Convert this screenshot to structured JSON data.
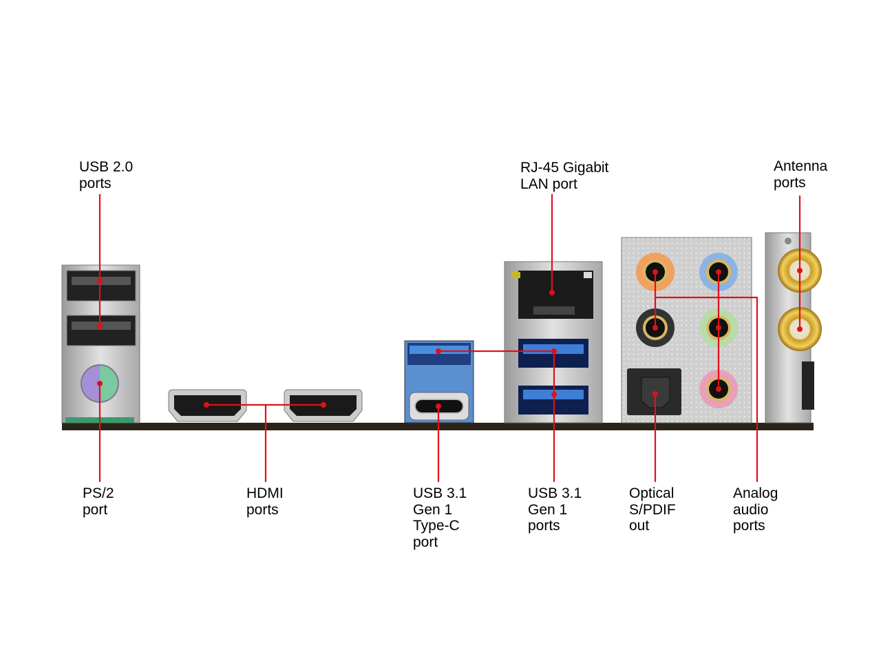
{
  "labels": {
    "usb2": [
      "USB 2.0",
      "ports"
    ],
    "rj45": [
      "RJ-45 Gigabit",
      "LAN port"
    ],
    "antenna": [
      "Antenna",
      "ports"
    ],
    "ps2": [
      "PS/2",
      "port"
    ],
    "hdmi": [
      "HDMI",
      "ports"
    ],
    "typec": [
      "USB 3.1",
      "Gen 1",
      "Type-C",
      "port"
    ],
    "usb31": [
      "USB 3.1",
      "Gen 1",
      "ports"
    ],
    "optical": [
      "Optical",
      "S/PDIF",
      "out"
    ],
    "analog": [
      "Analog",
      "audio",
      "ports"
    ]
  },
  "colors": {
    "callout": "#e0101a",
    "board": "#2a2418",
    "usb3_blue": "#3d7fd6",
    "ps2_purple": "#a58fd6",
    "ps2_green": "#7bc9a0",
    "audio_orange": "#f0a060",
    "audio_blue": "#8fb3e0",
    "audio_black": "#333333",
    "audio_green": "#b8dca8",
    "audio_pink": "#e8a0b8",
    "antenna_gold": "#d4a830"
  }
}
